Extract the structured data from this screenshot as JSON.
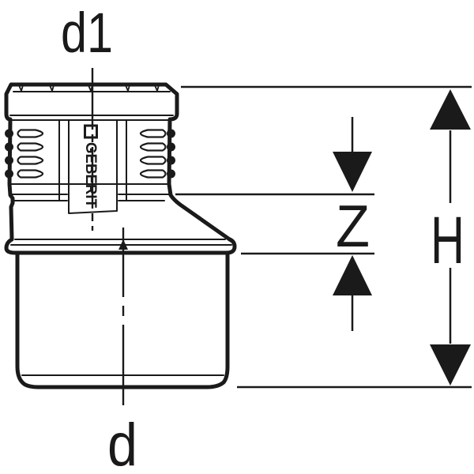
{
  "drawing": {
    "labels": {
      "top_diameter": "d1",
      "bottom_diameter": "d",
      "z_dimension": "Z",
      "height_dimension": "H"
    },
    "brand": "GEBERIT",
    "colors": {
      "ink": "#1a1a1a",
      "background": "#ffffff"
    }
  }
}
